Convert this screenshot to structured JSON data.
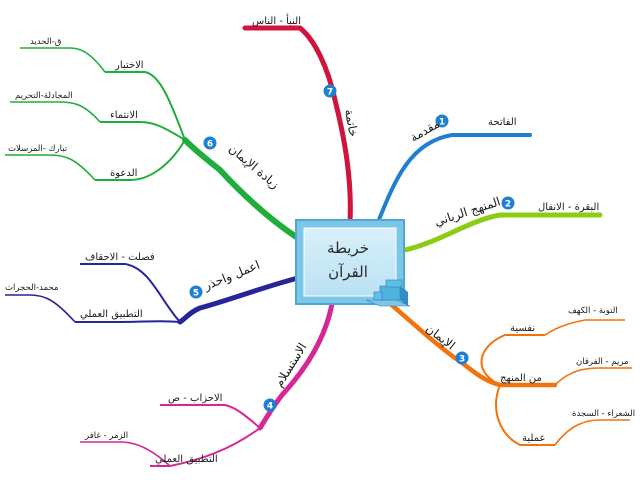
{
  "center": {
    "line1": "خريطة",
    "line2": "القرآن"
  },
  "branches": [
    {
      "id": "muqaddima",
      "number": "1",
      "title": "مقدمة",
      "color": "#1f7fd0",
      "children": [
        {
          "label": "الفاتحة"
        }
      ]
    },
    {
      "id": "manhaj",
      "number": "2",
      "title": "المنهج الرباني",
      "color": "#8ccc14",
      "children": [
        {
          "label": "البقرة - الانفال"
        }
      ]
    },
    {
      "id": "iman",
      "number": "3",
      "title": "الإيمان",
      "color": "#f2720c",
      "children": [
        {
          "label": "نفسية",
          "sub": "التوبة - الكهف"
        },
        {
          "label": "من المنهج",
          "sub": "مريم - الفرقان"
        },
        {
          "label": "عملية",
          "sub": "الشعراء - السجدة"
        }
      ]
    },
    {
      "id": "istislam",
      "number": "4",
      "title": "الاستسلام",
      "color": "#d62796",
      "children": [
        {
          "label": "الاحزاب - ص"
        },
        {
          "label": "التطبيق العملي",
          "sub": "الزمر - غافر"
        }
      ]
    },
    {
      "id": "aamal",
      "number": "5",
      "title": "اعمل واحذر",
      "color": "#26259a",
      "children": [
        {
          "label": "فصلت - الاحقاف"
        },
        {
          "label": "التطبيق العملي",
          "sub": "محمد-الحجرات"
        }
      ]
    },
    {
      "id": "ziyada",
      "number": "6",
      "title": "زيادة الإيمان",
      "color": "#1fae3c",
      "children": [
        {
          "label": "الاختبار",
          "sub": "ق-الحديد"
        },
        {
          "label": "الانتماء",
          "sub": "المجادلة-التحريم"
        },
        {
          "label": "الدعوة",
          "sub": "تبارك -المرسلات"
        }
      ]
    },
    {
      "id": "khatima",
      "number": "7",
      "title": "خاتمة",
      "color": "#d0143e",
      "children": [
        {
          "label": "النبأ - الناس"
        }
      ]
    }
  ]
}
